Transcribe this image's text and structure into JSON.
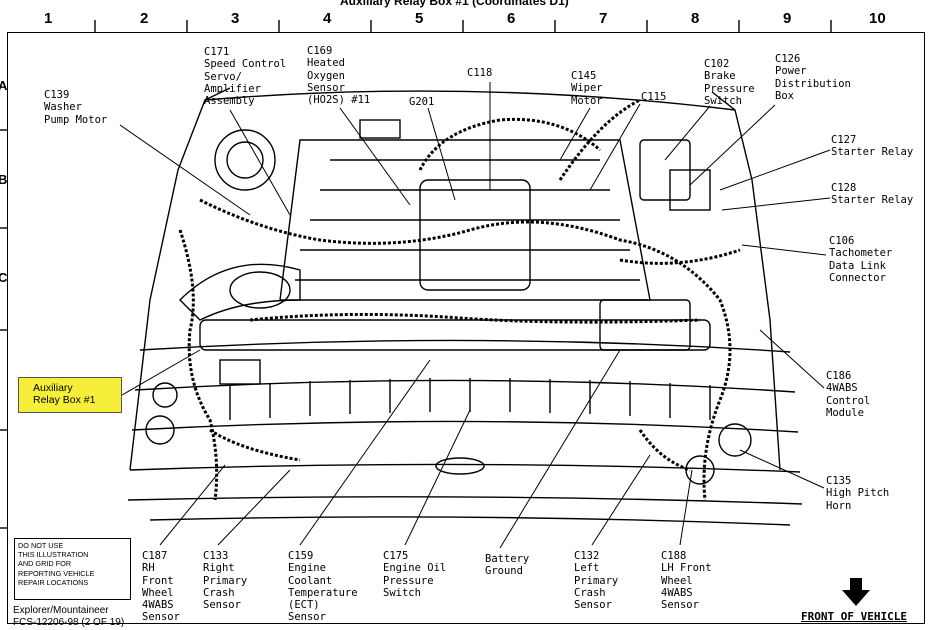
{
  "header": {
    "title": "Auxiliary Relay Box #1  (Coordinates  D1)",
    "columns": [
      "1",
      "2",
      "3",
      "4",
      "5",
      "6",
      "7",
      "8",
      "9",
      "10"
    ],
    "rows": [
      "A",
      "B",
      "C"
    ]
  },
  "callout": {
    "line1": "Auxiliary",
    "line2": "Relay Box #1"
  },
  "labels": {
    "c139": "C139\nWasher\nPump Motor",
    "c171": "C171\nSpeed Control\nServo/\nAmplifier\nAssembly",
    "c169": "C169\nHeated\nOxygen\nSensor\n(HO2S) #11",
    "g201": "G201",
    "c118": "C118",
    "c145": "C145\nWiper\nMotor",
    "c115": "C115",
    "c102": "C102\nBrake\nPressure\nSwitch",
    "c126": "C126\nPower\nDistribution\nBox",
    "c127": "C127\nStarter Relay",
    "c128": "C128\nStarter Relay",
    "c106": "C106\nTachometer\nData Link\nConnector",
    "c186": "C186\n4WABS\nControl\nModule",
    "c135": "C135\nHigh Pitch\nHorn",
    "c187": "C187\nRH\nFront\nWheel\n4WABS\nSensor",
    "c133": "C133\nRight\nPrimary\nCrash\nSensor",
    "c159": "C159\nEngine\nCoolant\nTemperature\n(ECT)\nSensor",
    "c175": "C175\nEngine Oil\nPressure\nSwitch",
    "battery_ground": "Battery\nGround",
    "c132": "C132\nLeft\nPrimary\nCrash\nSensor",
    "c188": "C188\nLH Front\nWheel\n4WABS\nSensor"
  },
  "note_box": "DO NOT USE\nTHIS ILLUSTRATION\nAND GRID FOR\nREPORTING VEHICLE\nREPAIR LOCATIONS",
  "footer": {
    "model": "Explorer/Mountaineer",
    "code": "FCS-12206-98 (2 OF 19)",
    "front": "FRONT OF VEHICLE"
  }
}
